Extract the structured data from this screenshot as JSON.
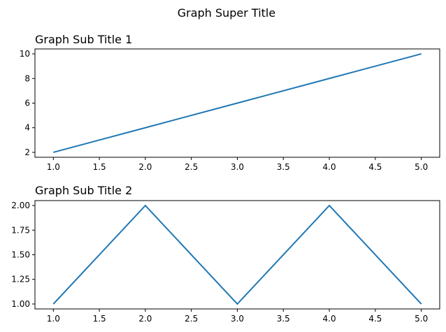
{
  "figure": {
    "suptitle": "Graph Super Title"
  },
  "chart_data": [
    {
      "type": "line",
      "title": "Graph Sub Title 1",
      "xlabel": "",
      "ylabel": "",
      "x": [
        1,
        2,
        3,
        4,
        5
      ],
      "series": [
        {
          "values": [
            2,
            4,
            6,
            8,
            10
          ]
        }
      ],
      "xlim": [
        0.8,
        5.2
      ],
      "ylim": [
        1.6,
        10.4
      ],
      "xticks": [
        1.0,
        1.5,
        2.0,
        2.5,
        3.0,
        3.5,
        4.0,
        4.5,
        5.0
      ],
      "xtick_labels": [
        "1.0",
        "1.5",
        "2.0",
        "2.5",
        "3.0",
        "3.5",
        "4.0",
        "4.5",
        "5.0"
      ],
      "yticks": [
        2,
        4,
        6,
        8,
        10
      ],
      "ytick_labels": [
        "2",
        "4",
        "6",
        "8",
        "10"
      ],
      "grid": false,
      "color": "#1f77b4"
    },
    {
      "type": "line",
      "title": "Graph Sub Title 2",
      "xlabel": "",
      "ylabel": "",
      "x": [
        1,
        2,
        3,
        4,
        5
      ],
      "series": [
        {
          "values": [
            1,
            2,
            1,
            2,
            1
          ]
        }
      ],
      "xlim": [
        0.8,
        5.2
      ],
      "ylim": [
        0.95,
        2.05
      ],
      "xticks": [
        1.0,
        1.5,
        2.0,
        2.5,
        3.0,
        3.5,
        4.0,
        4.5,
        5.0
      ],
      "xtick_labels": [
        "1.0",
        "1.5",
        "2.0",
        "2.5",
        "3.0",
        "3.5",
        "4.0",
        "4.5",
        "5.0"
      ],
      "yticks": [
        1.0,
        1.25,
        1.5,
        1.75,
        2.0
      ],
      "ytick_labels": [
        "1.00",
        "1.25",
        "1.50",
        "1.75",
        "2.00"
      ],
      "grid": false,
      "color": "#1f77b4"
    }
  ]
}
